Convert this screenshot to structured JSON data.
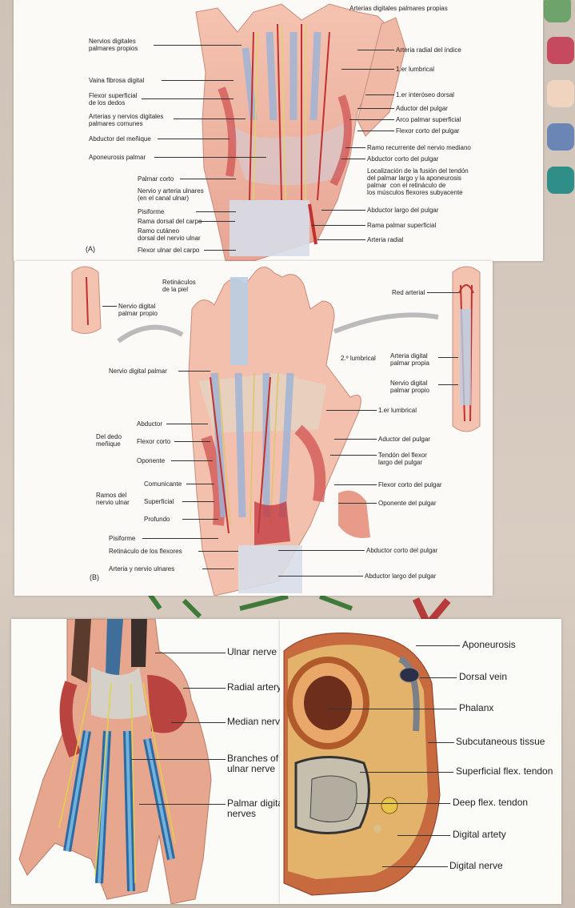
{
  "swatches": {
    "green": "#6fa36c",
    "red": "#c64a5f",
    "peach": "#f1d4c0",
    "blue": "#6b86b4",
    "teal": "#2f8f88"
  },
  "figure_a": {
    "letter": "(A)",
    "left_labels": [
      "Nervios digitales\npalmares propios",
      "Vaina fibrosa digital",
      "Flexor superficial\nde los dedos",
      "Arterias y nervios digitales\npalmares comunes",
      "Abductor del meñique",
      "Aponeurosis palmar",
      "Palmar corto",
      "Nervio y arteria ulnares\n(en el canal ulnar)",
      "Pisiforme",
      "Rama dorsal del carpo",
      "Ramo cutáneo\ndorsal del nervio ulnar",
      "Flexor ulnar del carpo"
    ],
    "right_labels": [
      "Arterias digitales palmares propias",
      "Arteria radial del índice",
      "1.er lumbrical",
      "1.er interóseo dorsal",
      "Aductor del pulgar",
      "Arco palmar superficial",
      "Flexor corto del pulgar",
      "Ramo recurrente del nervio mediano",
      "Abductor corto del pulgar",
      "Localización de la fusión del tendón\ndel palmar largo y la aponeurosis\npalmar  con el retináculo de\nlos músculos flexores subyacente",
      "Abductor largo del pulgar",
      "Rama palmar superficial",
      "Arteria radial"
    ]
  },
  "figure_b": {
    "letter": "(B)",
    "top_labels": {
      "retinaculos": "Retináculos\nde la piel",
      "red_arterial": "Red arterial",
      "nervio_digital_palmar_propio_left": "Nervio digital\npalmar propio",
      "nervio_digital_palmar": "Nervio digital palmar",
      "lumbrical2": "2.º lumbrical",
      "arteria_digital": "Arteria digital\npalmar propia",
      "nervio_digital_right": "Nervio digital\npalmar propio"
    },
    "group_menique": {
      "title": "Del dedo\nmeñique",
      "items": [
        "Abductor",
        "Flexor corto",
        "Oponente"
      ]
    },
    "group_ulnar": {
      "title": "Ramos del\nnervio ulnar",
      "items": [
        "Comunicante",
        "Superficial",
        "Profundo"
      ]
    },
    "left_bottom": [
      "Pisiforme",
      "Retináculo de los flexores",
      "Arteria y nervio ulnares"
    ],
    "right_labels": [
      "1.er lumbrical",
      "Aductor del pulgar",
      "Tendón del flexor\nlargo del pulgar",
      "Flexor corto del pulgar",
      "Oponente del pulgar",
      "Abductor corto del pulgar",
      "Abductor largo del pulgar"
    ]
  },
  "figure_c": {
    "labels": [
      "Ulnar nerve",
      "Radial artery",
      "Median nerve",
      "Branches of\nulnar nerve",
      "Palmar digital\nnerves"
    ]
  },
  "figure_d": {
    "labels": [
      "Aponeurosis",
      "Dorsal vein",
      "Phalanx",
      "Subcutaneous tissue",
      "Superficial flex. tendon",
      "Deep flex. tendon",
      "Digital artety",
      "Digital nerve"
    ]
  }
}
